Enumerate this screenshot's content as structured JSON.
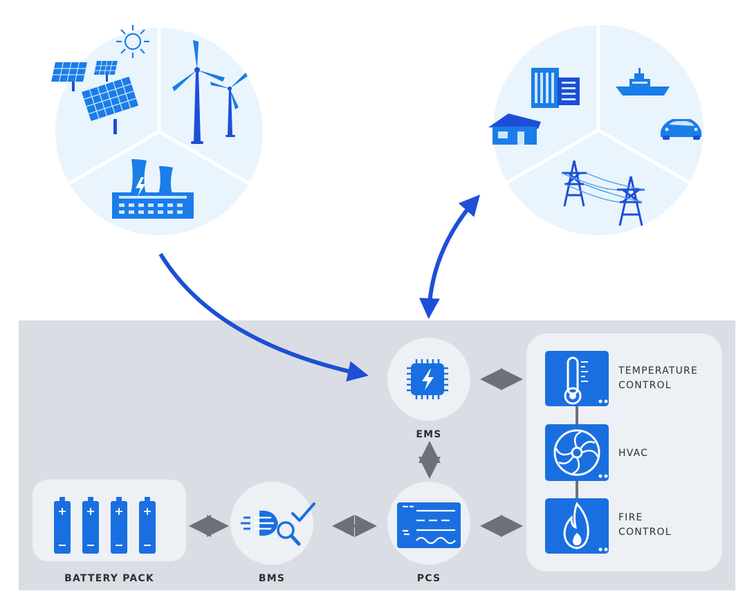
{
  "labels": {
    "ems": "EMS",
    "pcs": "PCS",
    "bms": "BMS",
    "battery_pack": "BATTERY PACK",
    "temperature_line1": "TEMPERATURE",
    "temperature_line2": "CONTROL",
    "hvac": "HVAC",
    "fire_line1": "FIRE",
    "fire_line2": "CONTROL"
  },
  "colors": {
    "primary_blue": "#1d4fd6",
    "icon_blue": "#1a6fe0",
    "light_circle": "#eaf4fd",
    "panel_bg": "#dadde3",
    "node_bg": "#edf0f4",
    "arrow_gray": "#6c7079"
  },
  "icons": {
    "generation": [
      "solar-panels-icon",
      "sun-icon",
      "wind-turbines-icon",
      "power-plant-icon"
    ],
    "consumption": [
      "office-buildings-icon",
      "house-icon",
      "ship-icon",
      "electric-car-icon",
      "transmission-towers-icon"
    ],
    "ems": "chip-lightning-icon",
    "pcs": "converter-icon",
    "bms": "battery-check-icon",
    "battery_pack": "battery-cells-icon",
    "temperature": "thermometer-icon",
    "hvac": "fan-icon",
    "fire": "flame-icon"
  }
}
